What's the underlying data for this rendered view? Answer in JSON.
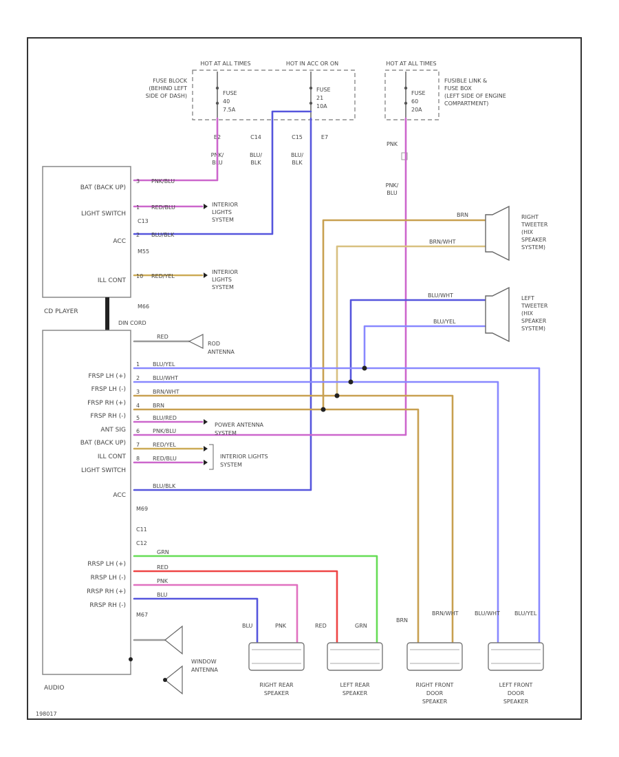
{
  "colors": {
    "pink": "#e070c0",
    "pink_blu": "#cc66cc",
    "blue": "#5555dd",
    "red": "#ee4444",
    "yellow": "#ccaa55",
    "brown": "#c8a050",
    "brown_light": "#d8c080",
    "green": "#66dd55",
    "blu_yel": "#8888ff",
    "gray": "#999999"
  },
  "power": {
    "hot1": "HOT AT ALL TIMES",
    "hot2": "HOT IN ACC OR ON",
    "hot3": "HOT AT ALL TIMES",
    "fuse_block": [
      "FUSE BLOCK",
      "(BEHIND LEFT",
      "SIDE OF DASH)"
    ],
    "fuse1": [
      "FUSE",
      "40",
      "7.5A"
    ],
    "fuse2": [
      "FUSE",
      "21",
      "10A"
    ],
    "fuse3": [
      "FUSE",
      "60",
      "20A"
    ],
    "fusible_link": [
      "FUSIBLE LINK &",
      "FUSE BOX",
      "(LEFT SIDE OF ENGINE",
      "COMPARTMENT)"
    ],
    "c1": "E2",
    "c2": "C14",
    "c3": "C15",
    "c4": "E7"
  },
  "cd_player": {
    "label": "CD PLAYER",
    "pins": [
      "BAT (BACK UP)",
      "LIGHT SWITCH",
      "ACC",
      "ILL CONT"
    ],
    "pin_nums": [
      "3",
      "1",
      "2",
      "10"
    ],
    "wires": [
      "PNK/BLU",
      "RED/BLU",
      "BLU/BLK",
      "RED/YEL"
    ],
    "conn": [
      "C13",
      "M55",
      "M66"
    ],
    "int_lights": [
      "INTERIOR",
      "LIGHTS",
      "SYSTEM"
    ],
    "din_cord": "DIN CORD"
  },
  "wire_tags": {
    "pnk_blu": [
      "PNK/",
      "BLU"
    ],
    "blu_blk_a": [
      "BLU/",
      "BLK"
    ],
    "blu_blk_b": [
      "BLU/",
      "BLK"
    ],
    "pnk": "PNK",
    "pnk_blu2": [
      "PNK/",
      "BLU"
    ]
  },
  "tweeters": {
    "right": [
      "RIGHT",
      "TWEETER",
      "(HIX",
      "SPEAKER",
      "SYSTEM)"
    ],
    "left": [
      "LEFT",
      "TWEETER",
      "(HIX",
      "SPEAKER",
      "SYSTEM)"
    ],
    "wires_r": [
      "BRN",
      "BRN/WHT"
    ],
    "wires_l": [
      "BLU/WHT",
      "BLU/YEL"
    ]
  },
  "audio": {
    "label": "AUDIO",
    "pins": [
      "FRSP LH (+)",
      "FRSP LH (-)",
      "FRSP RH (+)",
      "FRSP RH (-)",
      "ANT SIG",
      "BAT (BACK UP)",
      "ILL CONT",
      "LIGHT SWITCH"
    ],
    "pin_nums": [
      "1",
      "2",
      "3",
      "4",
      "5",
      "6",
      "7",
      "8"
    ],
    "wires": [
      "BLU/YEL",
      "BLU/WHT",
      "BRN/WHT",
      "BRN",
      "BLU/RED",
      "PNK/BLU",
      "RED/YEL",
      "RED/BLU"
    ],
    "acc": "ACC",
    "acc_wire": "BLU/BLK",
    "conn": [
      "M69",
      "C11",
      "C12",
      "M67"
    ],
    "rear_pins": [
      "RRSP LH (+)",
      "RRSP LH (-)",
      "RRSP RH (+)",
      "RRSP RH (-)"
    ],
    "rear_wires": [
      "GRN",
      "RED",
      "PNK",
      "BLU"
    ],
    "rod_antenna": [
      "ROD",
      "ANTENNA"
    ],
    "rod_wire": "RED",
    "power_antenna": [
      "POWER ANTENNA",
      "SYSTEM"
    ],
    "int_lights": [
      "INTERIOR LIGHTS",
      "SYSTEM"
    ],
    "window_antenna": [
      "WINDOW",
      "ANTENNA"
    ]
  },
  "speakers": [
    {
      "name": [
        "RIGHT REAR",
        "SPEAKER"
      ],
      "wires": [
        "BLU",
        "PNK"
      ]
    },
    {
      "name": [
        "LEFT REAR",
        "SPEAKER"
      ],
      "wires": [
        "RED",
        "GRN"
      ]
    },
    {
      "name": [
        "RIGHT FRONT",
        "DOOR",
        "SPEAKER"
      ],
      "wires": [
        "BRN",
        "BRN/WHT"
      ]
    },
    {
      "name": [
        "LEFT FRONT",
        "DOOR",
        "SPEAKER"
      ],
      "wires": [
        "BLU/WHT",
        "BLU/YEL"
      ]
    }
  ],
  "footer": "198017"
}
